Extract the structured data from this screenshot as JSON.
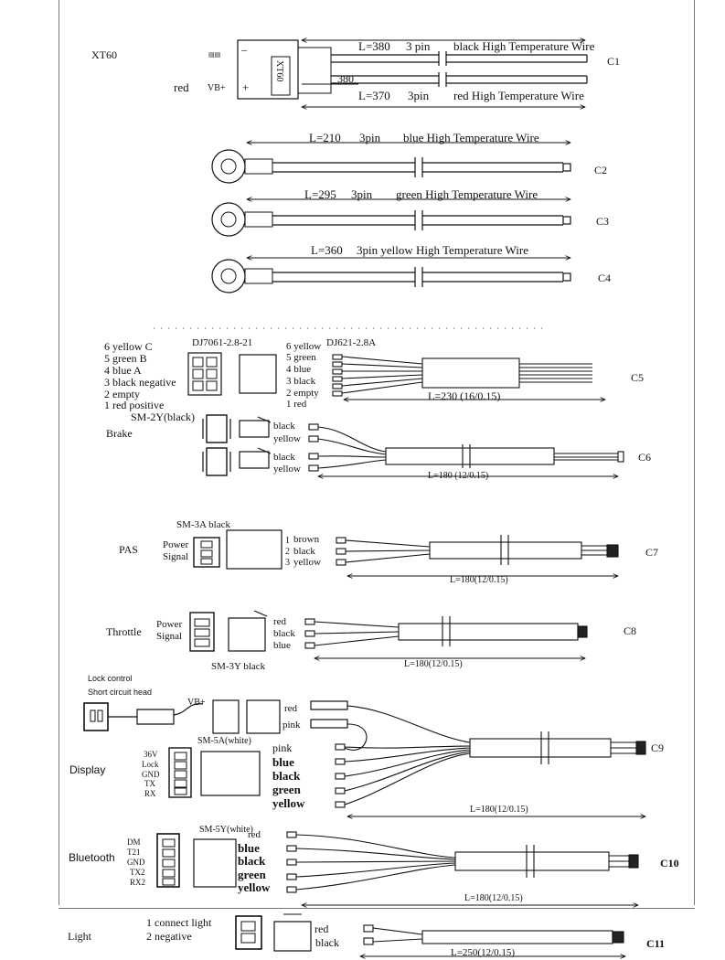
{
  "c1": {
    "name": "XT60",
    "minus": "–",
    "plus": "+",
    "vb": "VB+",
    "red": "red",
    "housing": "XT60",
    "mini": "▤▤",
    "len_top": "L=380",
    "pin_top": "3 pin",
    "desc_top": "black High Temperature Wire",
    "len_mid": "380",
    "len_bot": "L=370",
    "pin_bot": "3pin",
    "desc_bot": "red High Temperature Wire",
    "id": "C1"
  },
  "c2": {
    "len": "L=210",
    "pin": "3pin",
    "desc": "blue High Temperature Wire",
    "id": "C2"
  },
  "c3": {
    "len": "L=295",
    "pin": "3pin",
    "desc": "green High Temperature Wire",
    "id": "C3"
  },
  "c4": {
    "len": "L=360",
    "pin": "3pin yellow High Temperature Wire",
    "id": "C4"
  },
  "c5": {
    "left_pins": [
      "6 yellow C",
      "5 green B",
      "4 blue A",
      "3 black negative",
      "2 empty",
      "1 red positive"
    ],
    "conn_a": "DJ7061-2.8-21",
    "conn_b": "DJ621-2.8A",
    "right_pins": [
      "6 yellow",
      "5 green",
      "4 blue",
      "3 black",
      "2 empty",
      "1 red"
    ],
    "len": "L=230 (16/0.15)",
    "id": "C5"
  },
  "c6": {
    "conn": "SM-2Y(black)",
    "label": "Brake",
    "wires": [
      "black",
      "yellow",
      "black",
      "yellow"
    ],
    "len": "L=180 (12/0.15)",
    "id": "C6"
  },
  "c7": {
    "conn": "SM-3A black",
    "label": "PAS",
    "left_a": "Power",
    "left_b": "Signal",
    "pins": [
      "1",
      "2",
      "3"
    ],
    "wires": [
      "brown",
      "black",
      "yellow"
    ],
    "len": "L=180(12/0.15)",
    "id": "C7"
  },
  "c8": {
    "label": "Throttle",
    "left_a": "Power",
    "left_b": "Signal",
    "conn": "SM-3Y black",
    "wires": [
      "red",
      "black",
      "blue"
    ],
    "len": "L=180(12/0.15)",
    "id": "C8"
  },
  "c9": {
    "lock_a": "Lock control",
    "lock_b": "Short circuit head",
    "vb": "VB+",
    "top_wires": [
      "red",
      "pink"
    ],
    "conn": "SM-5A(white)",
    "label": "Display",
    "pins": [
      "36V",
      "Lock",
      "GND",
      "TX",
      "RX"
    ],
    "wires": [
      "pink",
      "blue",
      "black",
      "green",
      "yellow"
    ],
    "len": "L=180(12/0.15)",
    "id": "C9"
  },
  "c10": {
    "label": "Bluetooth",
    "conn": "SM-5Y(white)",
    "pins": [
      "DM",
      "T21",
      "GND",
      "TX2",
      "RX2"
    ],
    "wires": [
      "red",
      "blue",
      "black",
      "green",
      "yellow"
    ],
    "len": "L=180(12/0.15)",
    "id": "C10"
  },
  "c11": {
    "label": "Light",
    "pins": [
      "1 connect light",
      "2 negative"
    ],
    "wires": [
      "red",
      "black"
    ],
    "len": "L=250(12/0.15)",
    "id": "C11"
  }
}
